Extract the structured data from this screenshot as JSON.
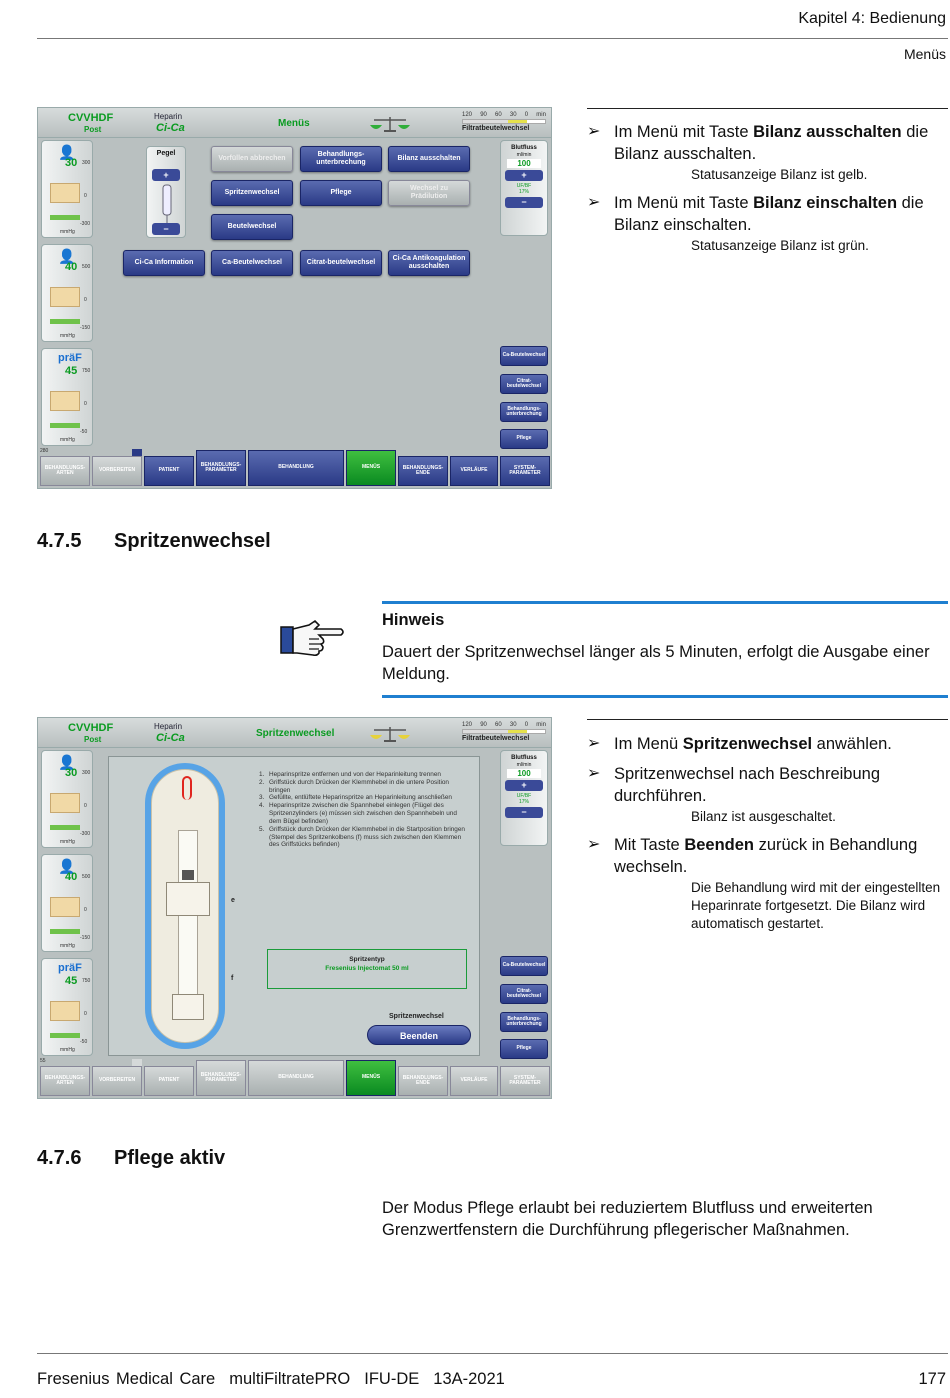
{
  "header": {
    "chapter": "Kapitel 4: Bedienung",
    "section": "Menüs"
  },
  "screen1": {
    "mode": "CVVHDF",
    "mode_sub": "Post",
    "heparin_label": "Heparin",
    "cica_label": "Ci-Ca",
    "title": "Menüs",
    "timer_ticks": [
      "120",
      "90",
      "60",
      "30",
      "0",
      "min"
    ],
    "timer_label": "Filtratbeutelwechsel",
    "left_panels": [
      {
        "value": "30",
        "top": "300",
        "mid": "0",
        "bottom": "-300",
        "unit": "mmHg"
      },
      {
        "value": "40",
        "top": "500",
        "mid": "0",
        "bottom": "-150",
        "unit": "mmHg"
      },
      {
        "title": "präF",
        "value": "45",
        "top": "750",
        "mid": "0",
        "bottom": "-50",
        "unit": "mmHg"
      }
    ],
    "pegel": {
      "title": "Pegel",
      "plus": "+",
      "minus": "−"
    },
    "buttons": [
      "Vorfüllen abbrechen",
      "Behandlungs-unterbrechung",
      "Bilanz ausschalten",
      "Spritzenwechsel",
      "Pflege",
      "Wechsel zu Prädilution",
      "Beutelwechsel",
      "Ci-Ca Information",
      "Ca-Beutelwechsel",
      "Citrat-beutelwechsel",
      "Ci-Ca Antikoagulation ausschalten"
    ],
    "blood_flow": {
      "title": "Blutfluss",
      "unit": "ml/min",
      "value": "100",
      "plus": "+",
      "minus": "−",
      "ufbf_label": "UF/BF",
      "ufbf_value": "17%"
    },
    "side_buttons": [
      "Ca-Beutelwechsel",
      "Citrat-beutelwechsel",
      "Behandlungs-unterbrechung",
      "Pflege"
    ],
    "corner_number": "280",
    "nav": [
      "BEHANDLUNGS-ARTEN",
      "VORBEREITEN",
      "PATIENT",
      "BEHANDLUNGS-PARAMETER",
      "BEHANDLUNG",
      "MENÜS",
      "BEHANDLUNGS-ENDE",
      "VERLÄUFE",
      "SYSTEM-PARAMETER"
    ]
  },
  "screen2": {
    "mode": "CVVHDF",
    "mode_sub": "Post",
    "heparin_label": "Heparin",
    "cica_label": "Ci-Ca",
    "title": "Spritzenwechsel",
    "timer_ticks": [
      "120",
      "90",
      "60",
      "30",
      "0",
      "min"
    ],
    "timer_label": "Filtratbeutelwechsel",
    "left_panels": [
      {
        "value": "30",
        "top": "300",
        "mid": "0",
        "bottom": "-300",
        "unit": "mmHg"
      },
      {
        "value": "40",
        "top": "500",
        "mid": "0",
        "bottom": "-150",
        "unit": "mmHg"
      },
      {
        "title": "präF",
        "value": "45",
        "top": "750",
        "mid": "0",
        "bottom": "-50",
        "unit": "mmHg"
      }
    ],
    "steps": [
      {
        "n": "1.",
        "text": "Heparinspritze entfernen und von der Heparinleitung trennen"
      },
      {
        "n": "2.",
        "text": "Griffstück durch Drücken der Klemmhebel in die untere Position bringen"
      },
      {
        "n": "3.",
        "text": "Gefüllte, entlüftete Heparinspritze an Heparinleitung anschließen"
      },
      {
        "n": "4.",
        "text": "Heparinspritze zwischen die Spannhebel einlegen (Flügel des Spritzenzylinders (e) müssen sich zwischen den Spannhebeln und dem Bügel befinden)"
      },
      {
        "n": "5.",
        "text": "Griffstück durch Drücken der Klemmhebel in die Startposition bringen (Stempel des Spritzenkolbens (f) muss sich zwischen den Klemmen des Griffstücks befinden)"
      }
    ],
    "letter_e": "e",
    "letter_f": "f",
    "syringe_type_label": "Spritzentyp",
    "syringe_type_value": "Fresenius Injectomat 50 ml",
    "change_label": "Spritzenwechsel",
    "end_button": "Beenden",
    "blood_flow": {
      "title": "Blutfluss",
      "unit": "ml/min",
      "value": "100",
      "plus": "+",
      "minus": "−",
      "ufbf_label": "UF/BF",
      "ufbf_value": "17%"
    },
    "side_buttons": [
      "Ca-Beutelwechsel",
      "Citrat-beutelwechsel",
      "Behandlungs-unterbrechung",
      "Pflege"
    ],
    "corner_number": "55",
    "nav": [
      "BEHANDLUNGS-ARTEN",
      "VORBEREITEN",
      "PATIENT",
      "BEHANDLUNGS-PARAMETER",
      "BEHANDLUNG",
      "MENÜS",
      "BEHANDLUNGS-ENDE",
      "VERLÄUFE",
      "SYSTEM-PARAMETER"
    ]
  },
  "bullets1": [
    {
      "pre": "Im Menü mit Taste ",
      "bold": "Bilanz ausschalten",
      "post": " die Bilanz ausschalten.",
      "note": "Statusanzeige Bilanz ist gelb."
    },
    {
      "pre": "Im Menü mit Taste ",
      "bold": "Bilanz einschalten",
      "post": " die Bilanz einschalten.",
      "note": "Statusanzeige Bilanz ist grün."
    }
  ],
  "section1": {
    "number": "4.7.5",
    "title": "Spritzenwechsel"
  },
  "hint": {
    "title": "Hinweis",
    "text": "Dauert der Spritzenwechsel länger als 5 Minuten, erfolgt die Ausgabe einer Meldung.",
    "icon": "pointing-hand-icon"
  },
  "bullets2": [
    {
      "pre": "Im Menü ",
      "bold": "Spritzenwechsel",
      "post": " anwählen.",
      "note": ""
    },
    {
      "pre": "Spritzenwechsel nach Beschreibung durchführen.",
      "bold": "",
      "post": "",
      "note": "Bilanz ist ausgeschaltet."
    },
    {
      "pre": "Mit Taste ",
      "bold": "Beenden",
      "post": " zurück in Behandlung wechseln.",
      "note": "Die Behandlung wird mit der eingestellten Heparinrate fortgesetzt. Die Bilanz wird automatisch gestartet."
    }
  ],
  "section2": {
    "number": "4.7.6",
    "title": "Pflege aktiv"
  },
  "care_text": "Der Modus Pflege erlaubt bei reduziertem Blutfluss und erweiterten Grenzwertfenstern die Durchführung pflegerischer Maßnahmen.",
  "footer": {
    "company": "Fresenius Medical Care",
    "product": "multiFiltratePRO",
    "doc": "IFU-DE",
    "version": "13A-2021",
    "page": "177"
  },
  "arrow_glyph": "➢"
}
